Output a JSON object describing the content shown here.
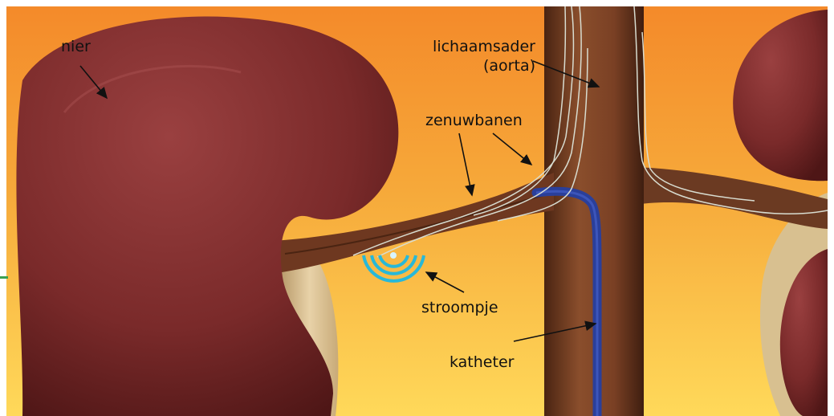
{
  "colors": {
    "bg_top": "#f48a2a",
    "bg_mid": "#f6a93a",
    "bg_bottom": "#ffd95a",
    "kidney": "#7a2a2a",
    "vessel": "#6b3a22",
    "catheter": "#2a3f9a",
    "signal": "#28b8d8"
  },
  "labels": {
    "nier": "nier",
    "aorta_line1": "lichaamsader",
    "aorta_line2": "(aorta)",
    "zenuwbanen": "zenuwbanen",
    "stroompje": "stroompje",
    "katheter": "katheter"
  }
}
